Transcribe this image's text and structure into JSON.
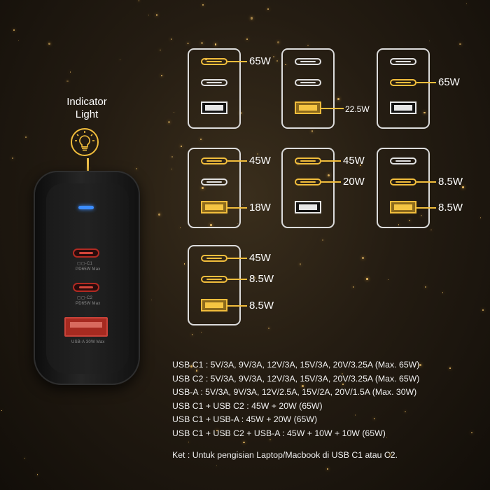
{
  "indicator": {
    "title_line1": "Indicator",
    "title_line2": "Light"
  },
  "charger": {
    "port_c1_label": "C1",
    "port_c1_sub": "PD65W Max",
    "port_c2_label": "C2",
    "port_c2_sub": "PD65W Max",
    "port_a_label": "USB-A 30W Max"
  },
  "diagrams": [
    {
      "c1": "65W",
      "c2": "",
      "a": ""
    },
    {
      "c1": "",
      "c2": "",
      "a": "22.5W"
    },
    {
      "c1": "",
      "c2": "65W",
      "a": ""
    },
    {
      "c1": "45W",
      "c2": "",
      "a": "18W"
    },
    {
      "c1": "45W",
      "c2": "20W",
      "a": ""
    },
    {
      "c1": "",
      "c2": "8.5W",
      "a": "8.5W"
    },
    {
      "c1": "45W",
      "c2": "8.5W",
      "a": "8.5W"
    }
  ],
  "specs": [
    "USB C1 : 5V/3A, 9V/3A, 12V/3A, 15V/3A, 20V/3.25A (Max. 65W)",
    "USB C2 : 5V/3A, 9V/3A, 12V/3A, 15V/3A, 20V/3.25A (Max. 65W)",
    "USB-A : 5V/3A, 9V/3A, 12V/2.5A, 15V/2A, 20V/1.5A (Max. 30W)",
    "USB C1 + USB C2 : 45W + 20W (65W)",
    "USB C1 + USB-A : 45W + 20W (65W)",
    "USB C1 + USB C2 + USB-A : 45W + 10W + 10W (65W)"
  ],
  "note": "Ket : Untuk pengisian Laptop/Macbook di USB C1 atau C2.",
  "colors": {
    "accent": "#f1bd3c",
    "led": "#3c8dff",
    "port_red": "#b22a22"
  }
}
